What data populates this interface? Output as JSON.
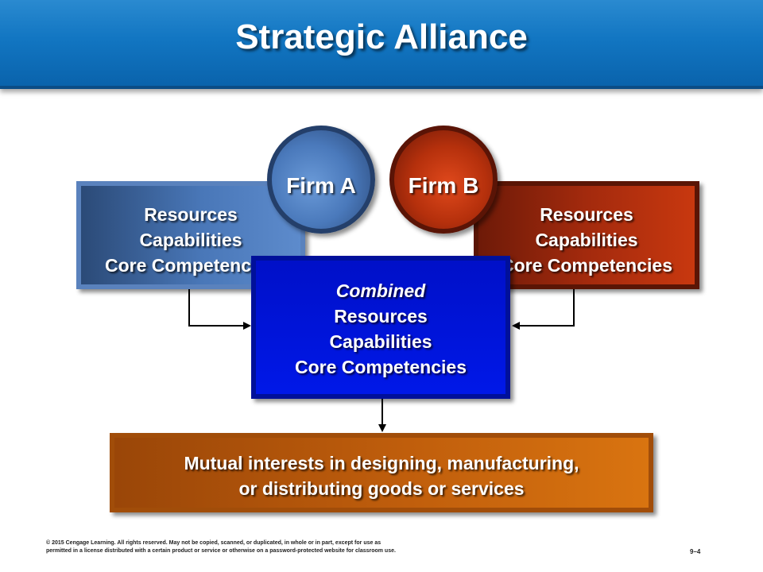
{
  "title": "Strategic Alliance",
  "firm_a": {
    "label": "Firm A",
    "lines": [
      "Resources",
      "Capabilities",
      "Core Competencies"
    ]
  },
  "firm_b": {
    "label": "Firm B",
    "lines": [
      "Resources",
      "Capabilities",
      "Core Competencies"
    ]
  },
  "combined": {
    "heading": "Combined",
    "lines": [
      "Resources",
      "Capabilities",
      "Core Competencies"
    ]
  },
  "mutual": {
    "lines": [
      "Mutual interests in designing, manufacturing,",
      "or distributing goods or services"
    ]
  },
  "footer": {
    "copyright_1": "© 2015 Cengage Learning. All rights reserved. May not be copied, scanned, or duplicated, in whole or in part, except for use as",
    "copyright_2": "permitted in a license distributed with a certain product or service or otherwise on a password-protected website for classroom use.",
    "slide_number": "9–4"
  },
  "colors": {
    "title_bar": "#1276c2",
    "firm_a": "#4977b8",
    "firm_b": "#b5300c",
    "combined": "#0018e8",
    "mutual": "#c05e0c"
  }
}
